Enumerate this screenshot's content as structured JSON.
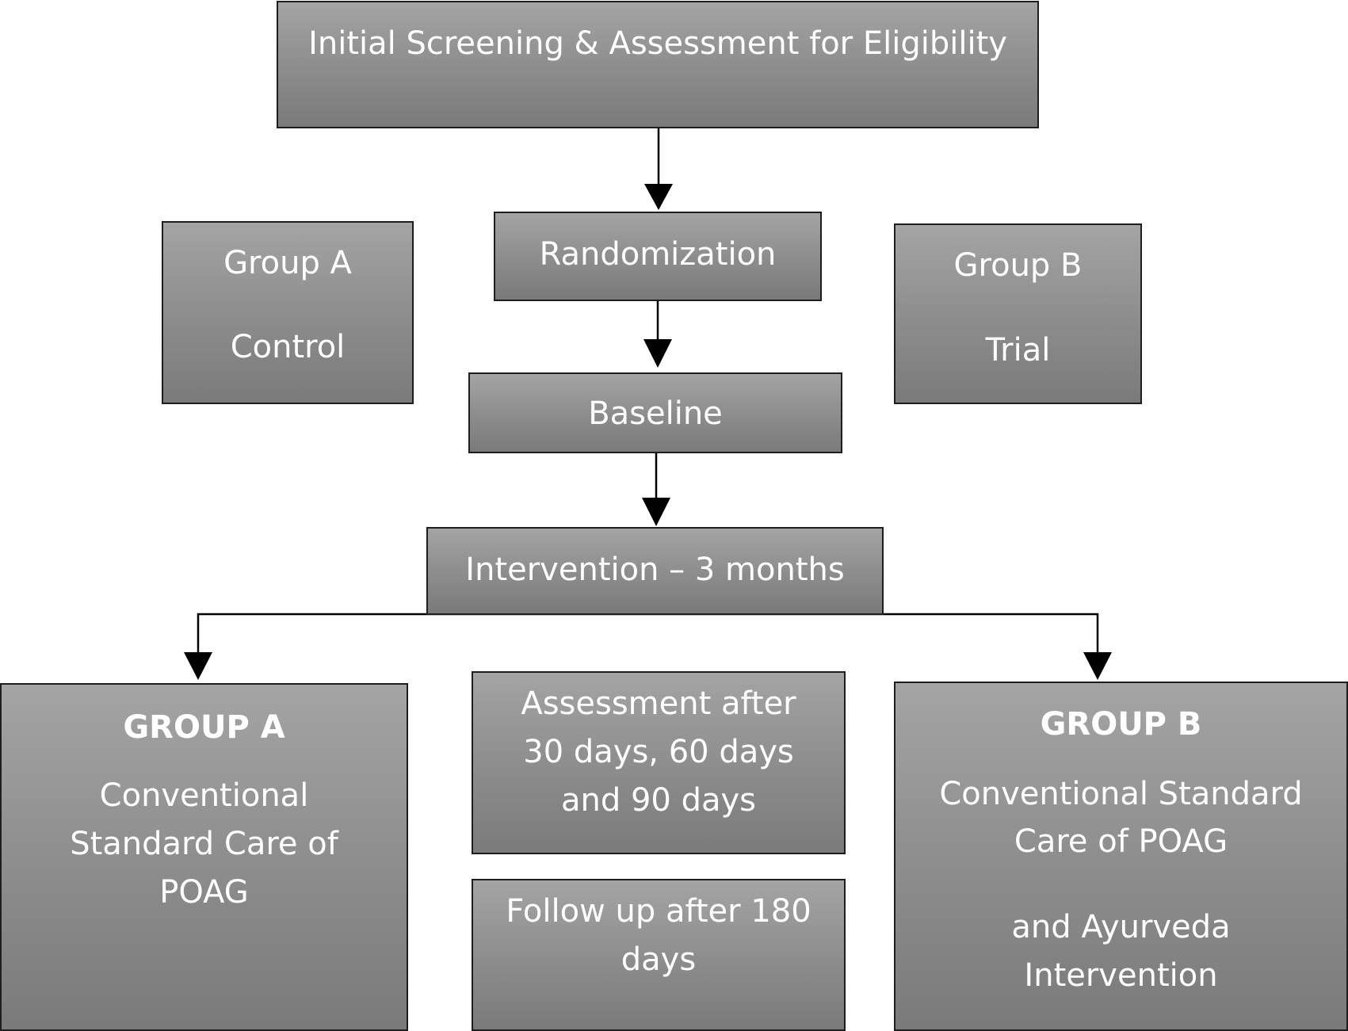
{
  "nodes": {
    "screening": "Initial Screening & Assessment for Eligibility",
    "randomization": "Randomization",
    "group_a_top": {
      "title": "Group A",
      "subtitle": "Control"
    },
    "group_b_top": {
      "title": "Group B",
      "subtitle": "Trial"
    },
    "baseline": "Baseline",
    "intervention": "Intervention – 3 months",
    "group_a_bottom": {
      "title": "GROUP A",
      "lines": [
        "Conventional",
        "Standard Care of",
        "POAG"
      ]
    },
    "assessment": {
      "lines": [
        "Assessment after",
        "30 days, 60 days",
        "and 90 days"
      ]
    },
    "followup": {
      "lines": [
        "Follow up after 180",
        "days"
      ]
    },
    "group_b_bottom": {
      "title": "GROUP B",
      "lines": [
        "Conventional Standard",
        "Care of POAG"
      ],
      "lines2": [
        "and Ayurveda",
        "Intervention"
      ]
    }
  },
  "edges": [
    {
      "from": "screening",
      "to": "randomization"
    },
    {
      "from": "randomization",
      "to": "baseline"
    },
    {
      "from": "baseline",
      "to": "intervention"
    },
    {
      "from": "intervention",
      "to": "group_a_bottom"
    },
    {
      "from": "intervention",
      "to": "group_b_bottom"
    }
  ],
  "colors": {
    "box_fill_top": "#a4a4a4",
    "box_fill_bottom": "#7a7a7a",
    "border": "#1e1e1e",
    "text": "#ffffff"
  }
}
